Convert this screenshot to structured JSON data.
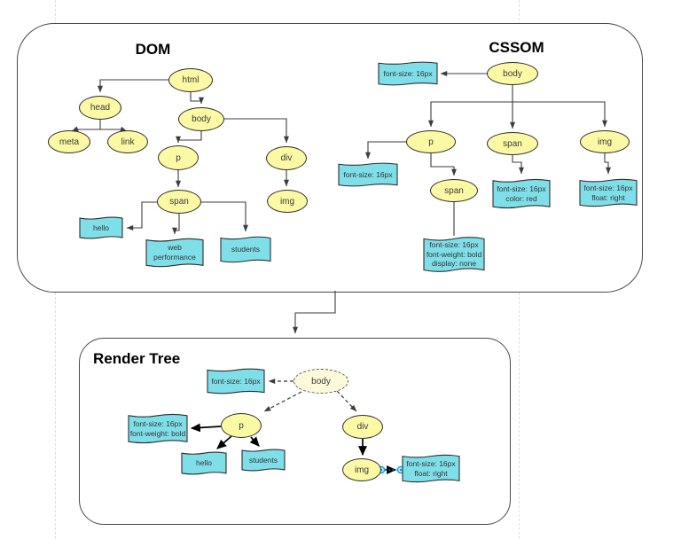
{
  "colors": {
    "node_fill": "#FCF9A4",
    "node_stroke": "#2D2D2D",
    "tape_fill": "#7FDFE9",
    "render_body_fill": "#FCFADB",
    "edge_color": "#3D3D3D",
    "selection_blue": "#00A2E8",
    "guide_color": "#DEDEDE"
  },
  "dom": {
    "title": "DOM",
    "nodes": {
      "html": "html",
      "head": "head",
      "meta": "meta",
      "link": "link",
      "body": "body",
      "p": "p",
      "div": "div",
      "span": "span",
      "img": "img"
    },
    "text_nodes": {
      "hello": "hello",
      "web_performance": "web performance",
      "students": "students"
    }
  },
  "cssom": {
    "title": "CSSOM",
    "nodes": {
      "body": "body",
      "p": "p",
      "span": "span",
      "img": "img",
      "span_child": "span"
    },
    "rules": {
      "body": "font-size: 16px",
      "p": "font-size: 16px",
      "span": "font-size: 16px\ncolor: red",
      "img": "font-size: 16px\nfloat: right",
      "span_child": "font-size: 16px\nfont-weight: bold\ndisplay: none"
    }
  },
  "render_tree": {
    "title": "Render Tree",
    "nodes": {
      "body": "body",
      "p": "p",
      "div": "div",
      "img": "img"
    },
    "rules": {
      "body": "font-size: 16px",
      "p": "font-size: 16px\nfont-weight: bold",
      "img": "font-size: 16px\nfloat: right"
    },
    "text_nodes": {
      "hello": "hello",
      "students": "students"
    }
  }
}
